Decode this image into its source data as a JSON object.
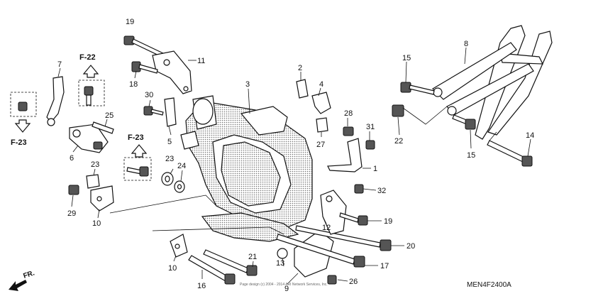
{
  "diagram": {
    "code": "MEN4F2400A",
    "front_label": "FR.",
    "footer_text": "Page design (c) 2004 - 2014 ARI Network Services, Inc.",
    "refs": [
      {
        "id": "f22",
        "label": "F-22"
      },
      {
        "id": "f23-left",
        "label": "F-23"
      },
      {
        "id": "f23-mid",
        "label": "F-23"
      }
    ],
    "callouts": [
      {
        "id": "c19a",
        "label": "19"
      },
      {
        "id": "c11",
        "label": "11"
      },
      {
        "id": "c18",
        "label": "18"
      },
      {
        "id": "c30",
        "label": "30"
      },
      {
        "id": "c7",
        "label": "7"
      },
      {
        "id": "c25",
        "label": "25"
      },
      {
        "id": "c6",
        "label": "6"
      },
      {
        "id": "c5",
        "label": "5"
      },
      {
        "id": "c23a",
        "label": "23"
      },
      {
        "id": "c24",
        "label": "24"
      },
      {
        "id": "c23b",
        "label": "23"
      },
      {
        "id": "c29",
        "label": "29"
      },
      {
        "id": "c10a",
        "label": "10"
      },
      {
        "id": "c3",
        "label": "3"
      },
      {
        "id": "c2",
        "label": "2"
      },
      {
        "id": "c4",
        "label": "4"
      },
      {
        "id": "c27",
        "label": "27"
      },
      {
        "id": "c28",
        "label": "28"
      },
      {
        "id": "c31",
        "label": "31"
      },
      {
        "id": "c1",
        "label": "1"
      },
      {
        "id": "c32",
        "label": "32"
      },
      {
        "id": "c19b",
        "label": "19"
      },
      {
        "id": "c12",
        "label": "12"
      },
      {
        "id": "c20",
        "label": "20"
      },
      {
        "id": "c17",
        "label": "17"
      },
      {
        "id": "c13",
        "label": "13"
      },
      {
        "id": "c26",
        "label": "26"
      },
      {
        "id": "c9",
        "label": "9"
      },
      {
        "id": "c21",
        "label": "21"
      },
      {
        "id": "c10b",
        "label": "10"
      },
      {
        "id": "c16",
        "label": "16"
      },
      {
        "id": "c8",
        "label": "8"
      },
      {
        "id": "c15a",
        "label": "15"
      },
      {
        "id": "c22",
        "label": "22"
      },
      {
        "id": "c15b",
        "label": "15"
      },
      {
        "id": "c14",
        "label": "14"
      }
    ]
  }
}
